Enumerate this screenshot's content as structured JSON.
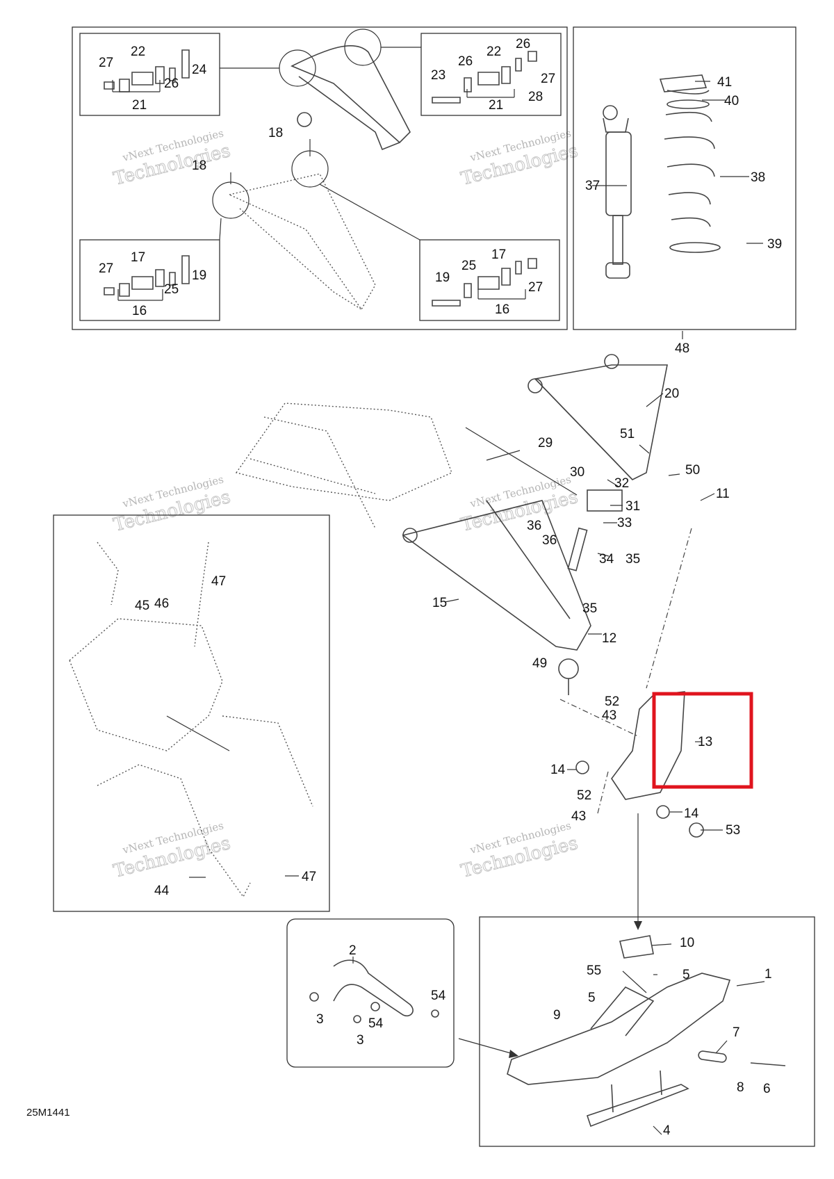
{
  "diagram_code": "25M1441",
  "watermark": {
    "line1": "vNext Technologies",
    "line2": "Technologies"
  },
  "callouts": {
    "c1": "1",
    "c2": "2",
    "c3": "3",
    "c4": "4",
    "c5": "5",
    "c6": "6",
    "c7": "7",
    "c8": "8",
    "c9": "9",
    "c10": "10",
    "c11": "11",
    "c12": "12",
    "c13": "13",
    "c14": "14",
    "c15": "15",
    "c16": "16",
    "c17": "17",
    "c18": "18",
    "c19": "19",
    "c20": "20",
    "c21": "21",
    "c22": "22",
    "c23": "23",
    "c24": "24",
    "c25": "25",
    "c26": "26",
    "c27": "27",
    "c28": "28",
    "c29": "29",
    "c30": "30",
    "c31": "31",
    "c32": "32",
    "c33": "33",
    "c34": "34",
    "c35": "35",
    "c36": "36",
    "c37": "37",
    "c38": "38",
    "c39": "39",
    "c40": "40",
    "c41": "41",
    "c42": "43",
    "c44": "44",
    "c45": "45",
    "c46": "46",
    "c47": "47",
    "c48": "48",
    "c49": "49",
    "c50": "50",
    "c51": "51",
    "c52": "52",
    "c53": "53",
    "c54": "54",
    "c55": "55"
  },
  "highlight": {
    "part": "13",
    "color": "#e0141e"
  }
}
